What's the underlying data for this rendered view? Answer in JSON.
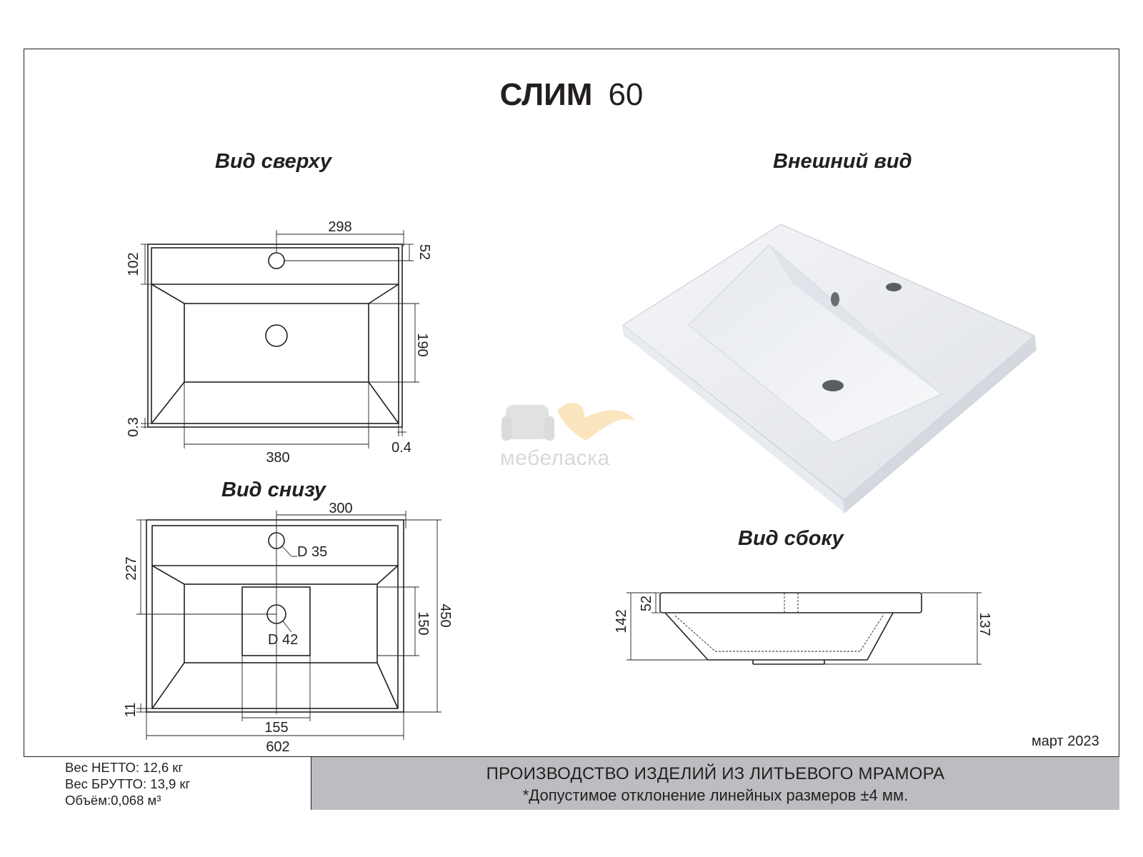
{
  "title": {
    "name": "СЛИМ",
    "number": "60"
  },
  "views": {
    "top": "Вид сверху",
    "exterior": "Внешний вид",
    "bottom": "Вид снизу",
    "side": "Вид сбоку"
  },
  "top_view_dims": {
    "top_width": "298",
    "hole_offset": "52",
    "back_depth": "102",
    "bowl_depth": "190",
    "edge_left": "0.3",
    "bowl_width": "380",
    "edge_right": "0.4"
  },
  "bottom_view_dims": {
    "hole_offset": "300",
    "hole_small": "D 35",
    "back_depth": "227",
    "bowl_depth": "150",
    "total_depth": "450",
    "drain": "D 42",
    "front_edge": "11",
    "drain_width": "155",
    "total_width": "602"
  },
  "side_view_dims": {
    "rim": "52",
    "total_height": "142",
    "right_height": "137"
  },
  "watermark": "мебеласка",
  "date": "март 2023",
  "specs": {
    "net_weight": "Вес НЕТТО: 12,6 кг",
    "gross_weight": "Вес БРУТТО: 13,9 кг",
    "volume": "Объём:0,068 м³"
  },
  "footer": {
    "line1": "ПРОИЗВОДСТВО ИЗДЕЛИЙ ИЗ ЛИТЬЕВОГО МРАМОРА",
    "line2": "*Допустимое отклонение линейных размеров ±4 мм."
  },
  "colors": {
    "line": "#231f20",
    "footer_band": "#bcbdc0",
    "watermark_accent": "#f6d08a"
  }
}
